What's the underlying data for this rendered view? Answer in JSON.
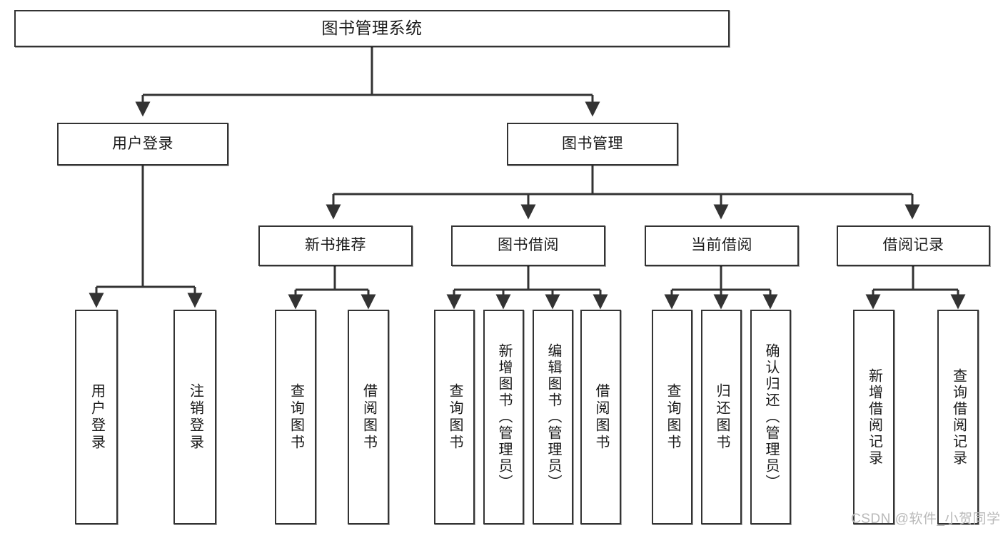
{
  "diagram": {
    "title": "图书管理系统",
    "watermark": "CSDN @软件_小贺同学",
    "line_color": "#333333",
    "box_fill": "#ffffff",
    "box_stroke": "#333333",
    "nodes": {
      "root": "图书管理系统",
      "user_login": "用户登录",
      "book_manage": "图书管理",
      "new_book_rec": "新书推荐",
      "book_borrow": "图书借阅",
      "current_borrow": "当前借阅",
      "borrow_record": "借阅记录",
      "leaf_user_login": "用户登录",
      "leaf_logout_login": "注销登录",
      "leaf_query_book_1": "查询图书",
      "leaf_borrow_book_1": "借阅图书",
      "leaf_query_book_2": "查询图书",
      "leaf_add_book_admin": "新增图书（管理员）",
      "leaf_edit_book_admin": "编辑图书（管理员）",
      "leaf_borrow_book_2": "借阅图书",
      "leaf_query_book_3": "查询图书",
      "leaf_return_book": "归还图书",
      "leaf_confirm_return_admin": "确认归还（管理员）",
      "leaf_add_borrow_record": "新增借阅记录",
      "leaf_query_borrow_record": "查询借阅记录"
    },
    "levels": {
      "level1": [
        "图书管理系统"
      ],
      "level2": [
        "用户登录",
        "图书管理"
      ],
      "level3": [
        "新书推荐",
        "图书借阅",
        "当前借阅",
        "借阅记录"
      ],
      "level4_user_login": [
        "用户登录",
        "注销登录"
      ],
      "level4_new_book_rec": [
        "查询图书",
        "借阅图书"
      ],
      "level4_book_borrow": [
        "查询图书",
        "新增图书（管理员）",
        "编辑图书（管理员）",
        "借阅图书"
      ],
      "level4_current_borrow": [
        "查询图书",
        "归还图书",
        "确认归还（管理员）"
      ],
      "level4_borrow_record": [
        "新增借阅记录",
        "查询借阅记录"
      ]
    }
  }
}
